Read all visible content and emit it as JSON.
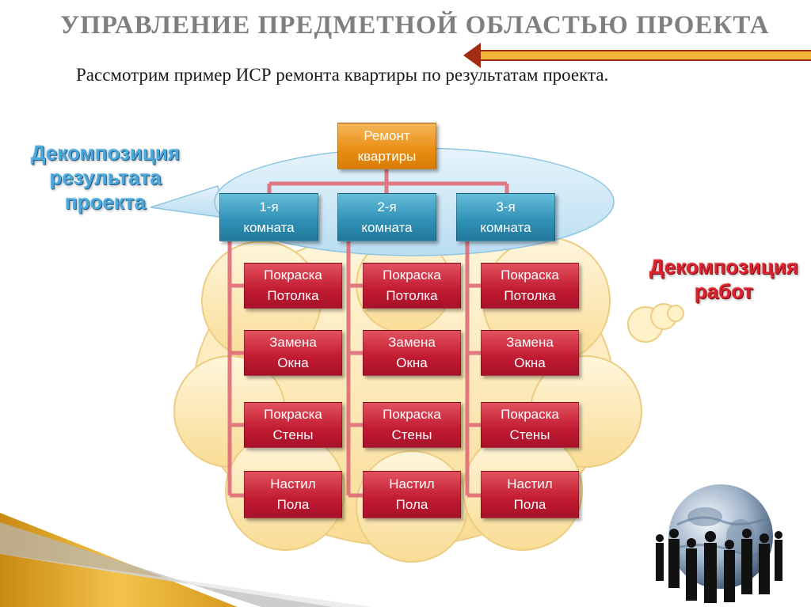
{
  "slide": {
    "title": "УПРАВЛЕНИЕ ПРЕДМЕТНОЙ ОБЛАСТЬЮ ПРОЕКТА",
    "subtitle": "Рассмотрим пример ИСР ремонта квартиры по результатам проекта."
  },
  "diagram": {
    "root": {
      "line1": "Ремонт",
      "line2": "квартиры"
    },
    "rooms": [
      {
        "line1": "1-я",
        "line2": "комната"
      },
      {
        "line1": "2-я",
        "line2": "комната"
      },
      {
        "line1": "3-я",
        "line2": "комната"
      }
    ],
    "tasks": [
      {
        "line1": "Покраска",
        "line2": "Потолка"
      },
      {
        "line1": "Замена",
        "line2": "Окна"
      },
      {
        "line1": "Покраска",
        "line2": "Стены"
      },
      {
        "line1": "Настил",
        "line2": "Пола"
      }
    ],
    "callout_result": {
      "line1": "Декомпозиция",
      "line2": "результата",
      "line3": "проекта"
    },
    "callout_work": {
      "line1": "Декомпозиция",
      "line2": "работ"
    }
  },
  "colors": {
    "root": "#e98d12",
    "room": "#2f8fb5",
    "task": "#c11a31",
    "callout_result_text": "#4ea7d8",
    "callout_work_text": "#d6232e",
    "cloud_fill": "#fce8b3",
    "ellipse_fill": "#cfe8f5"
  }
}
